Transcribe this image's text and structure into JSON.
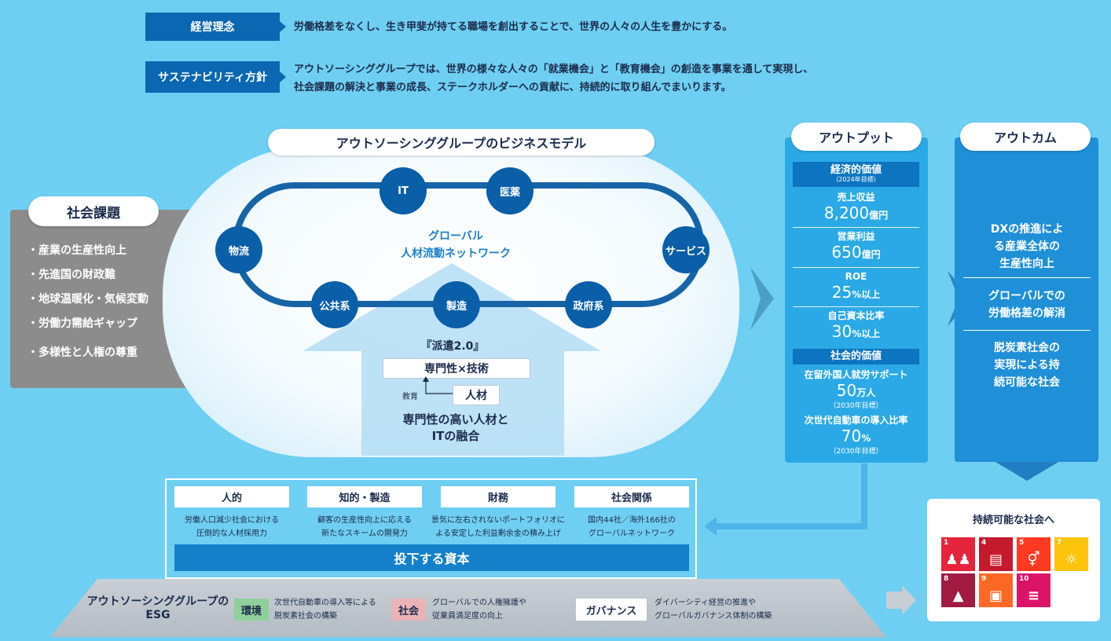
{
  "header": {
    "philosophy_label": "経営理念",
    "philosophy_text": "労働格差をなくし、生き甲斐が持てる職場を創出することで、世界の人々の人生を豊かにする。",
    "policy_label": "サステナビリティ方針",
    "policy_text_1": "アウトソーシンググループでは、世界の様々な人々の「就業機会」と「教育機会」の創造を事業を通して実現し、",
    "policy_text_2": "社会課題の解決と事業の成長、ステークホルダーへの貢献に、持続的に取り組んでまいります。"
  },
  "issues": {
    "title": "社会課題",
    "items": [
      "・産業の生産性向上",
      "・先進国の財政難",
      "・地球温暖化・気候変動",
      "・労働力需給ギャップ",
      "・多様性と人権の尊重"
    ]
  },
  "model": {
    "title": "アウトソーシンググループのビジネスモデル",
    "network_1": "グローバル",
    "network_2": "人材流動ネットワーク",
    "nodes": [
      "IT",
      "医薬",
      "物流",
      "サービス",
      "公共系",
      "製造",
      "政府系"
    ],
    "haken": "『派遣2.0』",
    "expertise": "専門性×技術",
    "education": "教育",
    "talent": "人材",
    "fusion_1": "専門性の高い人材と",
    "fusion_2": "ITの融合"
  },
  "capital": {
    "items": [
      {
        "head": "人的",
        "desc1": "労働人口減少社会における",
        "desc2": "圧倒的な人材採用力"
      },
      {
        "head": "知的・製造",
        "desc1": "顧客の生産性向上に応える",
        "desc2": "新たなスキームの開発力"
      },
      {
        "head": "財務",
        "desc1": "景気に左右されないポートフォリオに",
        "desc2": "よる安定した利益剰余金の積み上げ"
      },
      {
        "head": "社会関係",
        "desc1": "国内44社／海外166社の",
        "desc2": "グローバルネットワーク"
      }
    ],
    "bar": "投下する資本"
  },
  "esg": {
    "title_1": "アウトソーシンググループの",
    "title_2": "ESG",
    "env": "環境",
    "env_desc1": "次世代自動車の導入等による",
    "env_desc2": "脱炭素社会の構築",
    "soc": "社会",
    "soc_desc1": "グローバルでの人権擁護や",
    "soc_desc2": "従業員満足度の向上",
    "gov": "ガバナンス",
    "gov_desc1": "ダイバーシティ経営の推進や",
    "gov_desc2": "グローバルガバナンス体制の構築"
  },
  "output": {
    "title": "アウトプット",
    "econ_head": "経済的価値",
    "econ_note": "（2024年目標）",
    "sales_label": "売上収益",
    "sales_value": "8,200",
    "sales_unit": "億円",
    "op_label": "営業利益",
    "op_value": "650",
    "op_unit": "億円",
    "roe_label": "ROE",
    "roe_value": "25",
    "roe_unit": "%以上",
    "equity_label": "自己資本比率",
    "equity_value": "30",
    "equity_unit": "%以上",
    "social_head": "社会的価値",
    "foreign_label": "在留外国人就労サポート",
    "foreign_value": "50",
    "foreign_unit": "万人",
    "foreign_note": "（2030年目標）",
    "ev_label": "次世代自動車の導入比率",
    "ev_value": "70",
    "ev_unit": "%",
    "ev_note": "（2030年目標）"
  },
  "outcome": {
    "title": "アウトカム",
    "item1_1": "DXの推進によ",
    "item1_2": "る産業全体の",
    "item1_3": "生産性向上",
    "item2_1": "グローバルでの",
    "item2_2": "労働格差の解消",
    "item3_1": "脱炭素社会の",
    "item3_2": "実現による持",
    "item3_3": "続可能な社会"
  },
  "sdgs": {
    "title": "持続可能な社会へ",
    "goals": [
      {
        "num": "1",
        "icon": "family-icon",
        "color": "#e5243b"
      },
      {
        "num": "4",
        "icon": "book-icon",
        "color": "#c5192d"
      },
      {
        "num": "5",
        "icon": "gender-icon",
        "color": "#ff3a21"
      },
      {
        "num": "7",
        "icon": "sun-icon",
        "color": "#fcc30b"
      },
      {
        "num": "8",
        "icon": "growth-chart-icon",
        "color": "#a21942"
      },
      {
        "num": "9",
        "icon": "cubes-icon",
        "color": "#fd6925"
      },
      {
        "num": "10",
        "icon": "equality-icon",
        "color": "#dd1367"
      }
    ]
  }
}
